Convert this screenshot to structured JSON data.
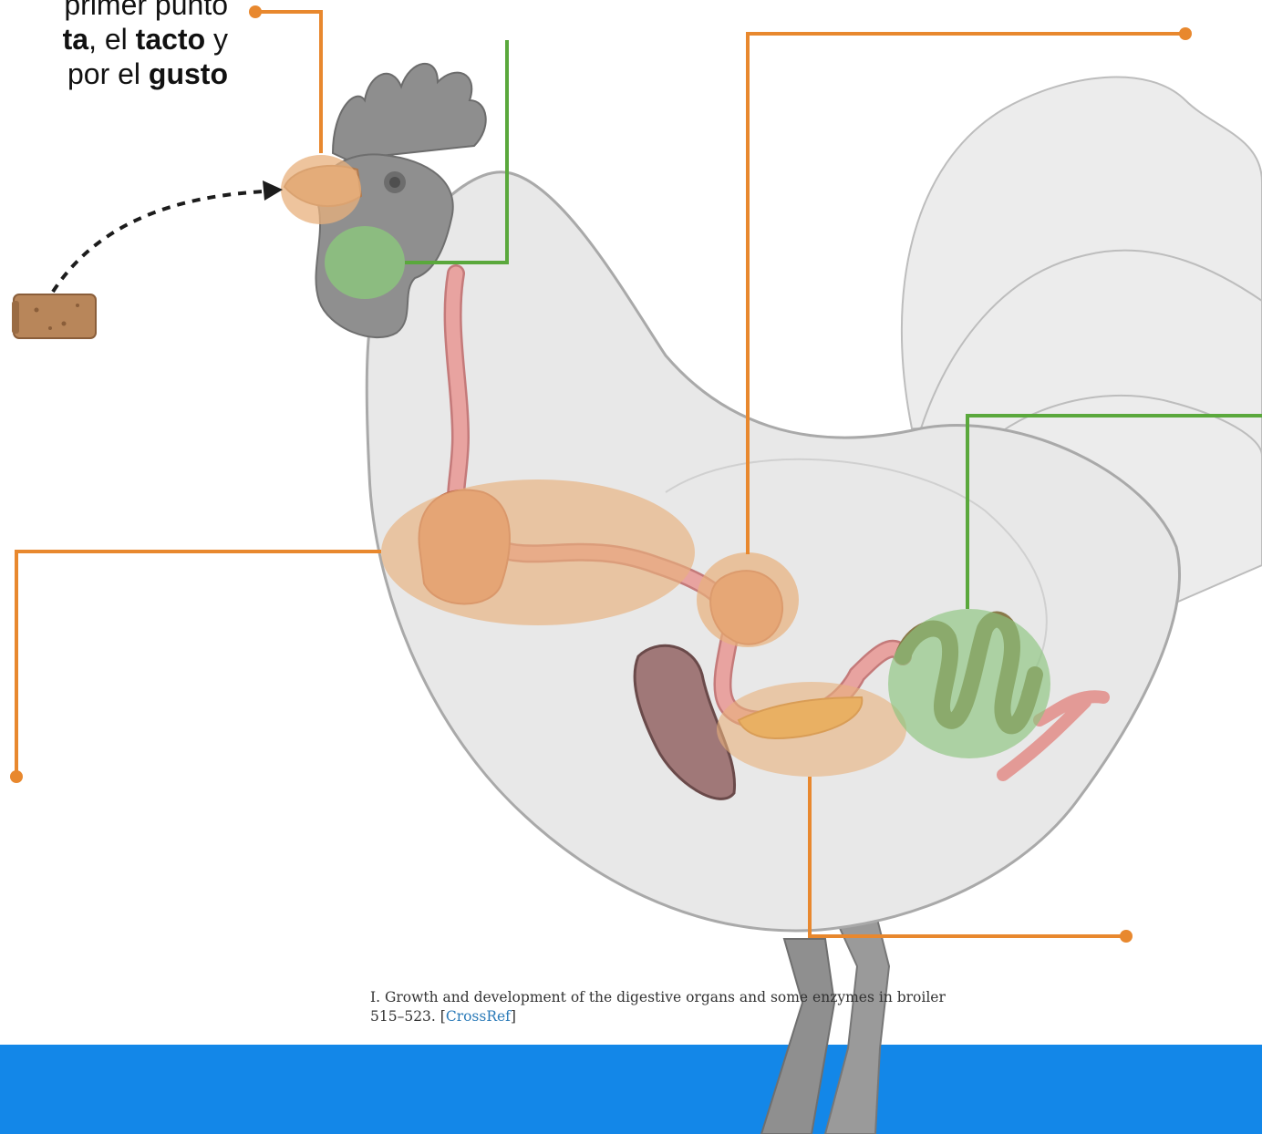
{
  "intro": {
    "line1": "primer punto",
    "line2_bold1": "ta",
    "line2_text1": ", el ",
    "line2_bold2": "tacto",
    "line2_text2": " y",
    "line3_text": "por el ",
    "line3_bold": "gusto"
  },
  "citation": {
    "line1": "I. Growth and development of the digestive organs and some enzymes in broiler",
    "line2_prefix": "515–523. [",
    "line2_link": "CrossRef",
    "line2_suffix": "]"
  },
  "colors": {
    "callout_orange": "#e8882e",
    "callout_green": "#5aa83c",
    "background_band": "#1387e8",
    "digestive_tract": "#e39a96",
    "highlight_orange": "#e8b07c",
    "highlight_green": "#8cc47e"
  }
}
